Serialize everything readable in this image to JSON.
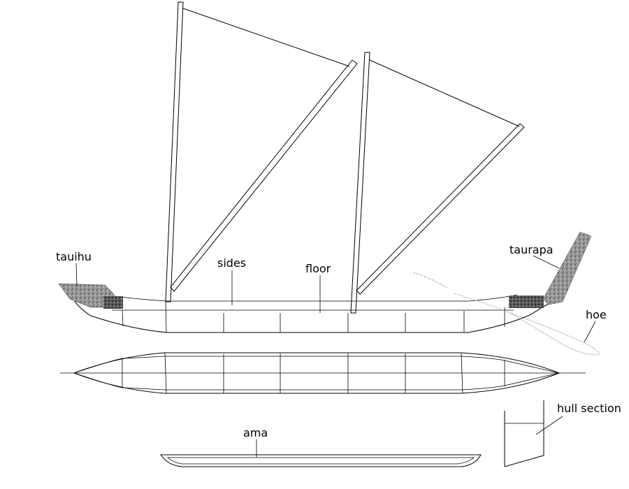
{
  "labels": {
    "tauihu": "tauihu",
    "sides": "sides",
    "floor": "floor",
    "taurapa": "taurapa",
    "hoe": "hoe",
    "hull_section": "hull section",
    "ama": "ama"
  },
  "colors": {
    "line": "#000000",
    "carving": "#7a7a7a",
    "lashing": "#2b2b2b",
    "background": "#ffffff"
  }
}
